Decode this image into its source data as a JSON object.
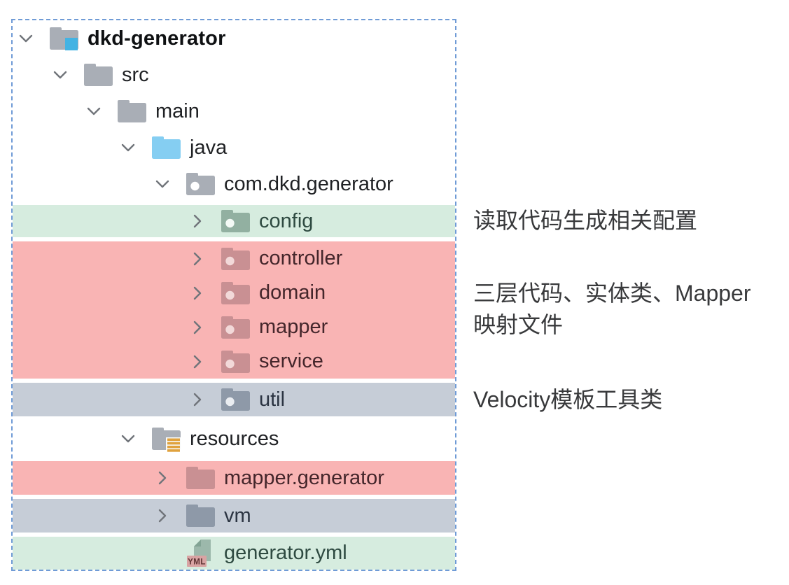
{
  "panel": {
    "border_color": "#6f9bd6",
    "tree": {
      "items": [
        {
          "label": "dkd-generator",
          "level": 0,
          "state": "expanded",
          "icon": "module-folder-icon",
          "highlight": "none",
          "bold": true
        },
        {
          "label": "src",
          "level": 1,
          "state": "expanded",
          "icon": "folder-icon",
          "highlight": "none"
        },
        {
          "label": "main",
          "level": 2,
          "state": "expanded",
          "icon": "folder-icon",
          "highlight": "none"
        },
        {
          "label": "java",
          "level": 3,
          "state": "expanded",
          "icon": "source-root-folder-icon",
          "highlight": "none"
        },
        {
          "label": "com.dkd.generator",
          "level": 4,
          "state": "expanded",
          "icon": "package-folder-icon",
          "highlight": "none"
        },
        {
          "label": "config",
          "level": 5,
          "state": "collapsed",
          "icon": "package-folder-icon",
          "highlight": "green"
        },
        {
          "label": "controller",
          "level": 5,
          "state": "collapsed",
          "icon": "package-folder-icon",
          "highlight": "red"
        },
        {
          "label": "domain",
          "level": 5,
          "state": "collapsed",
          "icon": "package-folder-icon",
          "highlight": "red"
        },
        {
          "label": "mapper",
          "level": 5,
          "state": "collapsed",
          "icon": "package-folder-icon",
          "highlight": "red"
        },
        {
          "label": "service",
          "level": 5,
          "state": "collapsed",
          "icon": "package-folder-icon",
          "highlight": "red"
        },
        {
          "label": "util",
          "level": 5,
          "state": "collapsed",
          "icon": "package-folder-icon",
          "highlight": "gray"
        },
        {
          "label": "resources",
          "level": 3,
          "state": "expanded",
          "icon": "resources-folder-icon",
          "highlight": "none"
        },
        {
          "label": "mapper.generator",
          "level": 4,
          "state": "collapsed",
          "icon": "folder-icon",
          "highlight": "red"
        },
        {
          "label": "vm",
          "level": 4,
          "state": "collapsed",
          "icon": "folder-icon",
          "highlight": "gray"
        },
        {
          "label": "generator.yml",
          "level": 4,
          "state": "file",
          "icon": "yaml-file-icon",
          "highlight": "green"
        }
      ]
    }
  },
  "yml_badge_text": "YML",
  "annotations": [
    {
      "lines": [
        "读取代码生成相关配置"
      ]
    },
    {
      "lines": [
        "三层代码、实体类、Mapper",
        "映射文件"
      ]
    },
    {
      "lines": [
        "Velocity模板工具类"
      ]
    }
  ],
  "colors": {
    "highlight_green": "#d6ecdf",
    "highlight_red": "#f9b4b4",
    "highlight_gray": "#c6cdd7",
    "dashed_border_blue": "#6f9bd6",
    "folder_gray": "#a9aeb6",
    "source_root_blue": "#85cef2",
    "module_badge_blue": "#43b3e3",
    "resources_badge_orange": "#e0a23e",
    "yml_badge_rose": "#d8a3a3"
  }
}
